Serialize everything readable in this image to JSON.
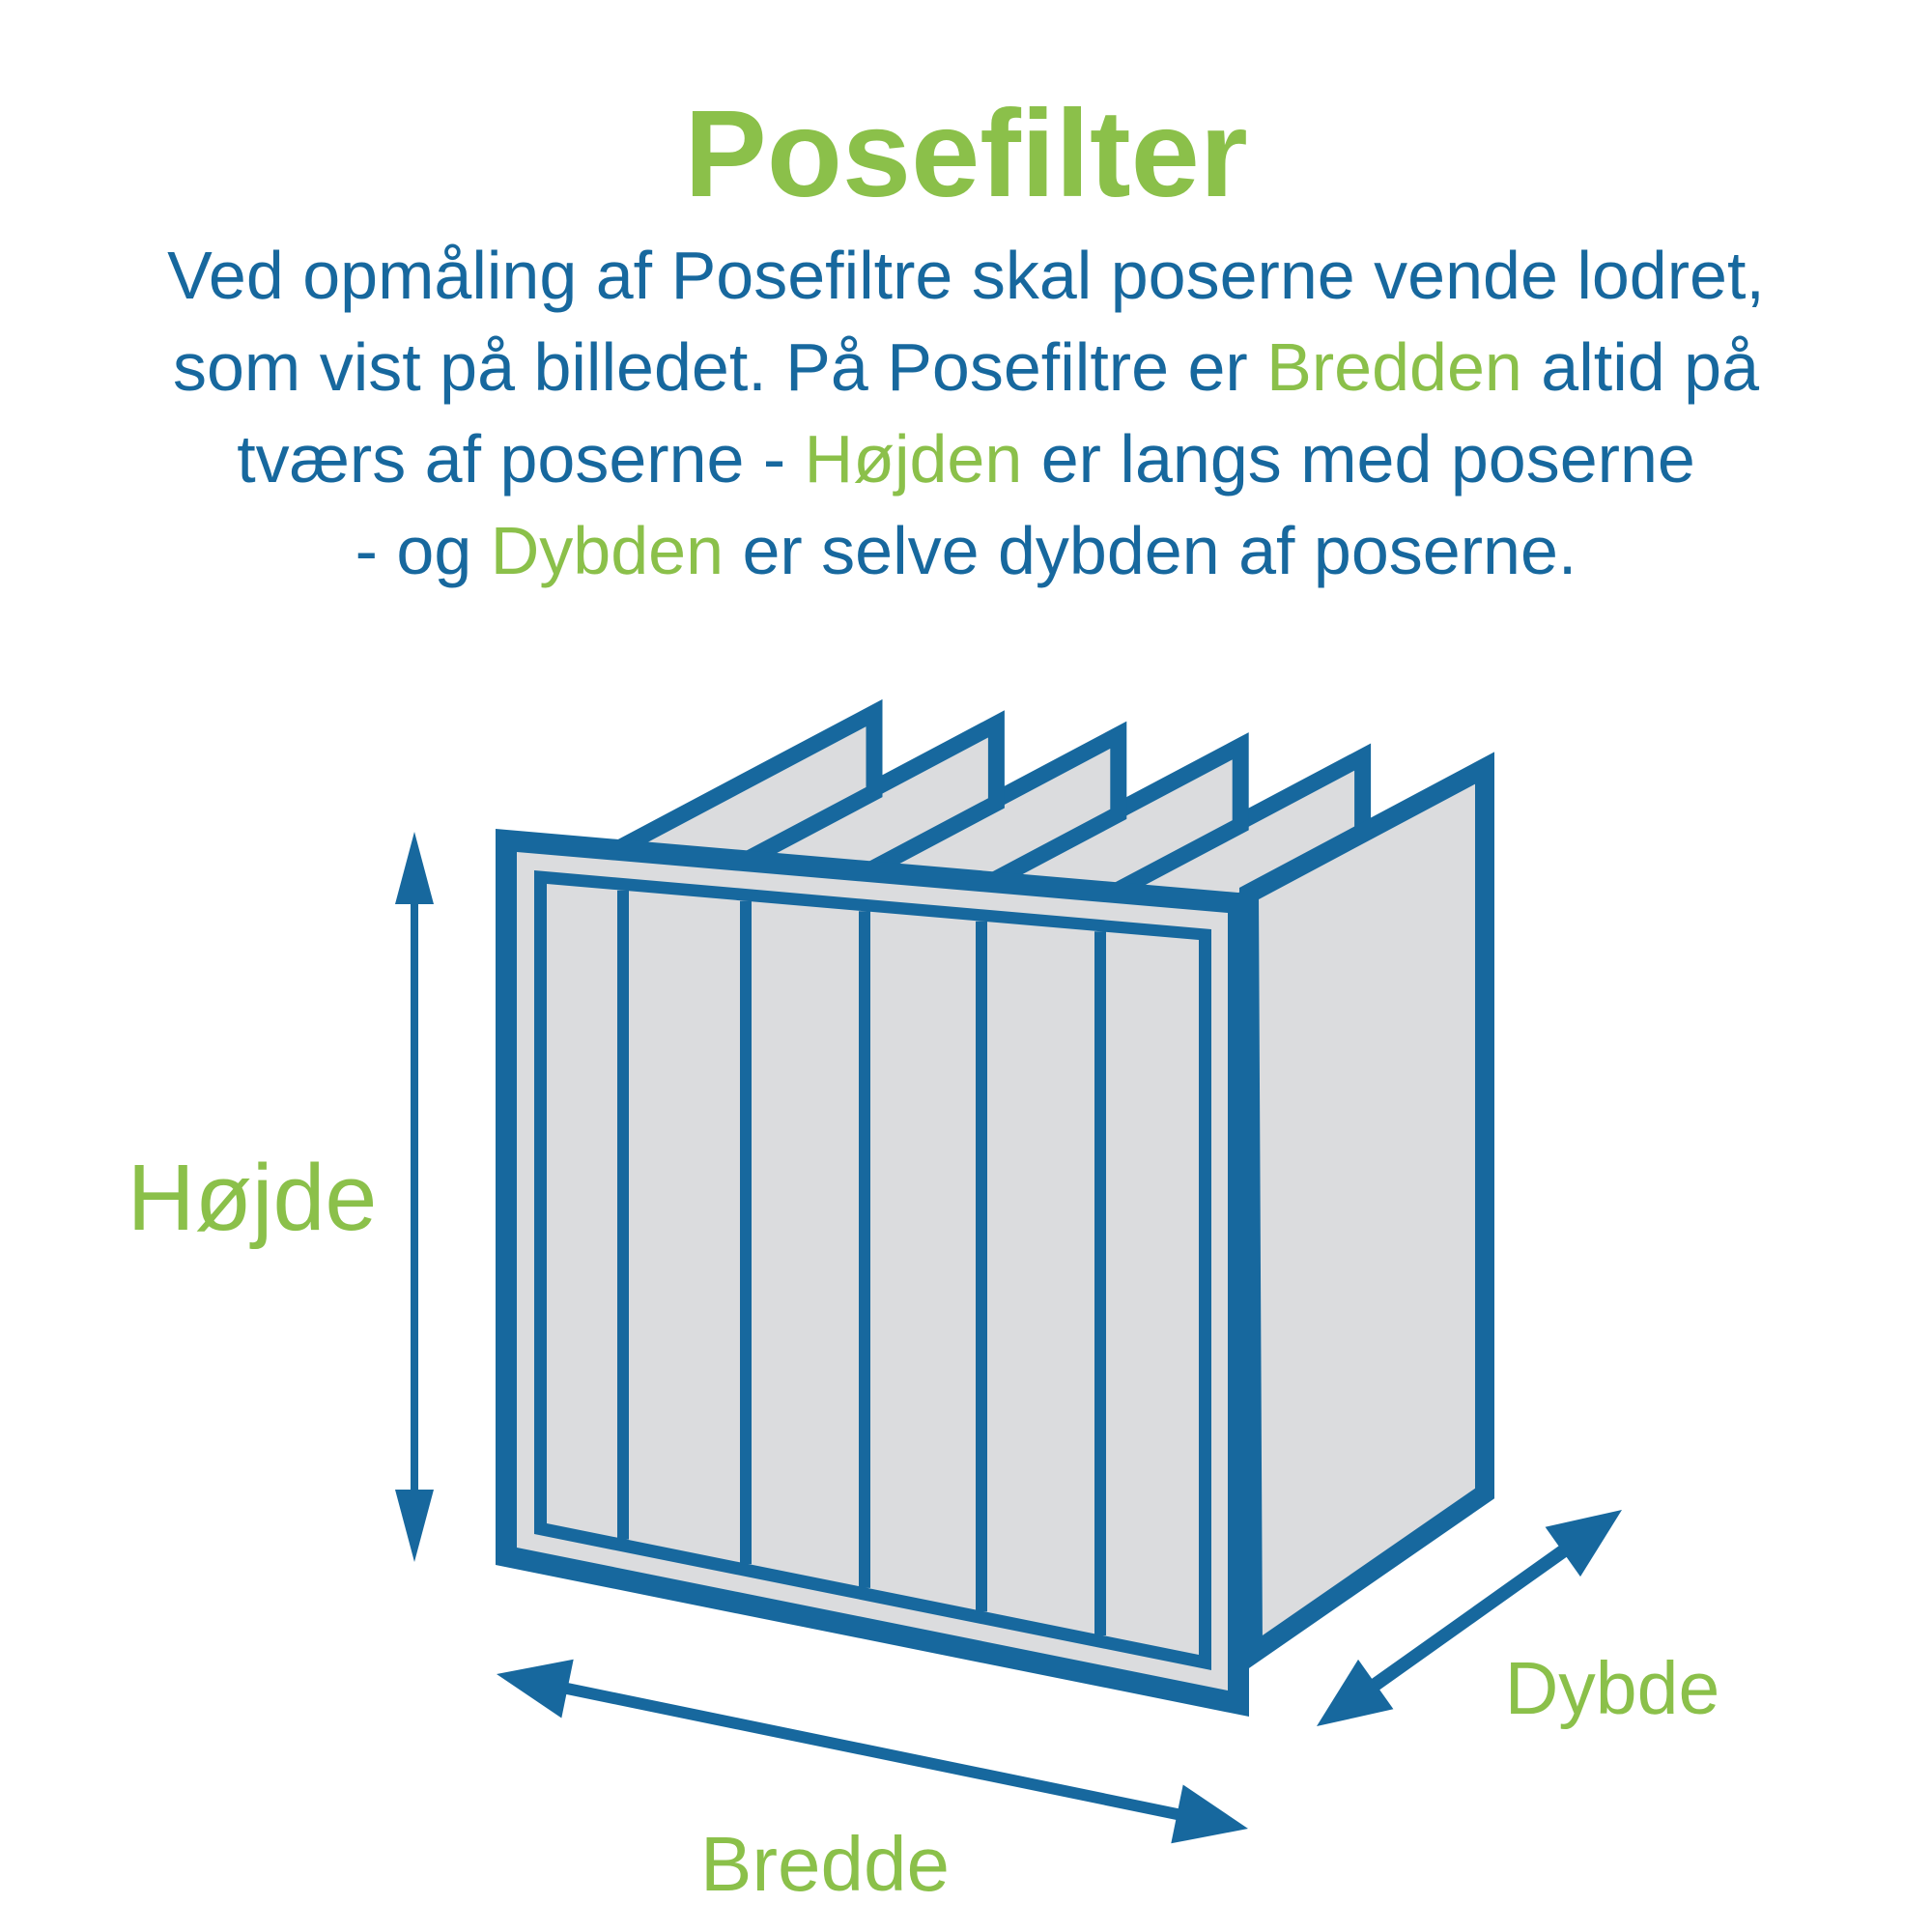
{
  "title": "Posefilter",
  "description": {
    "lines": [
      {
        "segments": [
          {
            "text": "Ved opmåling af Posefiltre skal poserne vende lodret,",
            "color": "blue"
          }
        ]
      },
      {
        "segments": [
          {
            "text": "som vist på billedet. På Posefiltre er ",
            "color": "blue"
          },
          {
            "text": "Bredden",
            "color": "green"
          },
          {
            "text": " altid på",
            "color": "blue"
          }
        ]
      },
      {
        "segments": [
          {
            "text": "tværs af poserne - ",
            "color": "blue"
          },
          {
            "text": "Højden",
            "color": "green"
          },
          {
            "text": " er langs med poserne",
            "color": "blue"
          }
        ]
      },
      {
        "segments": [
          {
            "text": "- og ",
            "color": "blue"
          },
          {
            "text": "Dybden",
            "color": "green"
          },
          {
            "text": " er selve dybden af poserne.",
            "color": "blue"
          }
        ]
      }
    ]
  },
  "labels": {
    "height": "Højde",
    "width": "Bredde",
    "depth": "Dybde"
  },
  "figure": {
    "type": "bag-filter-isometric-diagram",
    "bags_count": 6,
    "front_panels": 6
  },
  "colors": {
    "blue": "#17689e",
    "green": "#8bc04a",
    "gray": "#dbdcde",
    "background": "#ffffff"
  }
}
